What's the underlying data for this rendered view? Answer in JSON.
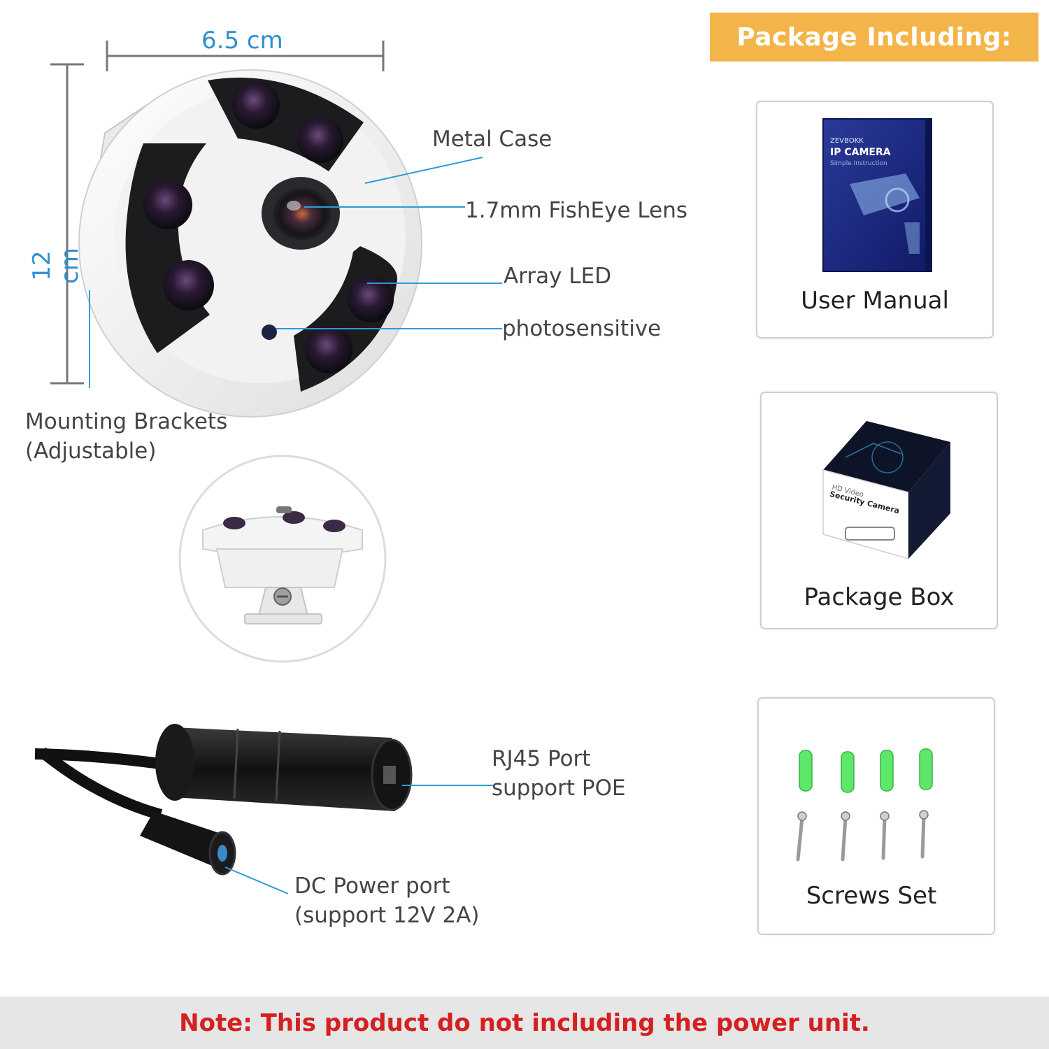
{
  "header": {
    "title": "Package Including:"
  },
  "dimensions": {
    "width": "6.5 cm",
    "height": "12 cm"
  },
  "callouts": {
    "metal_case": "Metal Case",
    "lens": "1.7mm FishEye Lens",
    "array_led": "Array LED",
    "photosensitive": "photosensitive",
    "brackets_line1": "Mounting Brackets",
    "brackets_line2": "(Adjustable)",
    "rj45_line1": "RJ45 Port",
    "rj45_line2": "support POE",
    "dc_line1": "DC Power port",
    "dc_line2": "(support 12V 2A)"
  },
  "package_items": [
    {
      "label": "User Manual",
      "manual_brand": "ZEVBOKK",
      "manual_title": "IP CAMERA",
      "manual_sub": "Simple Instruction"
    },
    {
      "label": "Package Box",
      "box_text1": "HD Video",
      "box_text2": "Security Camera"
    },
    {
      "label": "Screws Set"
    }
  ],
  "note": "Note: This product do not including the power unit.",
  "colors": {
    "accent_orange": "#f3b449",
    "dimension_blue": "#2f8fd0",
    "note_red": "#d42020",
    "anchor_green": "#5ee86a"
  }
}
